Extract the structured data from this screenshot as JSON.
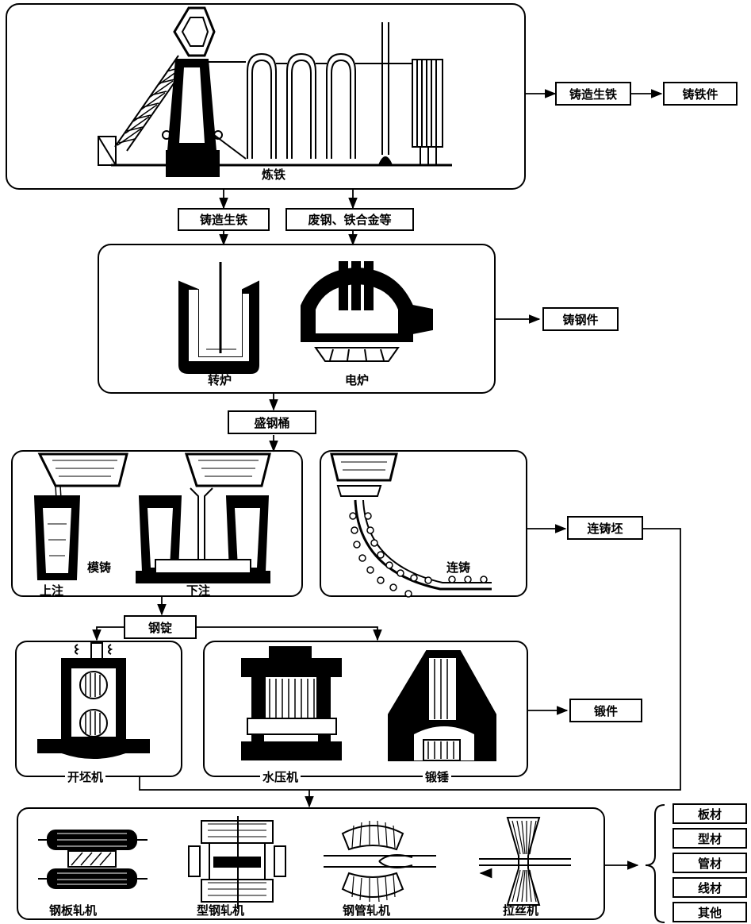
{
  "labels": {
    "ironmaking": "炼铁",
    "cast_pig_iron_top": "铸造生铁",
    "cast_iron_part": "铸铁件",
    "cast_pig_iron_mid": "铸造生铁",
    "scrap_steel": "废钢、铁合金等",
    "converter": "转炉",
    "electric_furnace": "电炉",
    "cast_steel_part": "铸钢件",
    "ladle": "盛钢桶",
    "top_pouring": "上注",
    "mold_casting": "模铸",
    "bottom_pouring": "下注",
    "continuous_casting": "连铸",
    "cc_billet": "连铸坯",
    "steel_ingot": "钢锭",
    "blooming_mill": "开坯机",
    "hydraulic_press": "水压机",
    "forging_hammer": "锻锤",
    "forging": "锻件",
    "plate_mill": "钢板轧机",
    "section_mill": "型钢轧机",
    "tube_mill": "钢管轧机",
    "wire_drawing": "拉丝机"
  },
  "products": [
    "板材",
    "型材",
    "管材",
    "线材",
    "其他"
  ]
}
